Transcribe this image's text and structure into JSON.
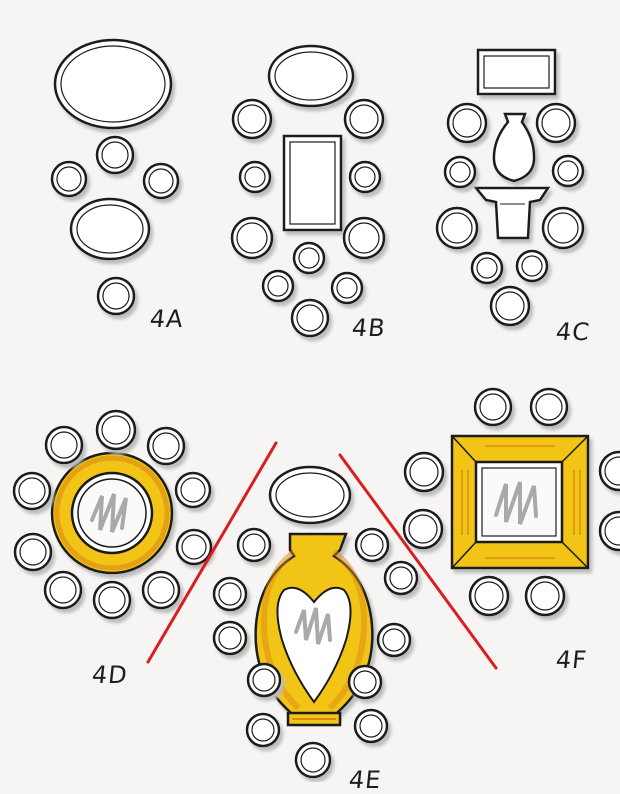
{
  "labels": {
    "a": "4A",
    "b": "4B",
    "c": "4C",
    "d": "4D",
    "e": "4E",
    "f": "4F"
  },
  "colors": {
    "ink": "#1a1a1a",
    "shadow": "#c9c9c9",
    "gold": "#f2c417",
    "gold_dark": "#d98a12",
    "red_line": "#d81e1e",
    "glass": "#a9a9a9"
  }
}
